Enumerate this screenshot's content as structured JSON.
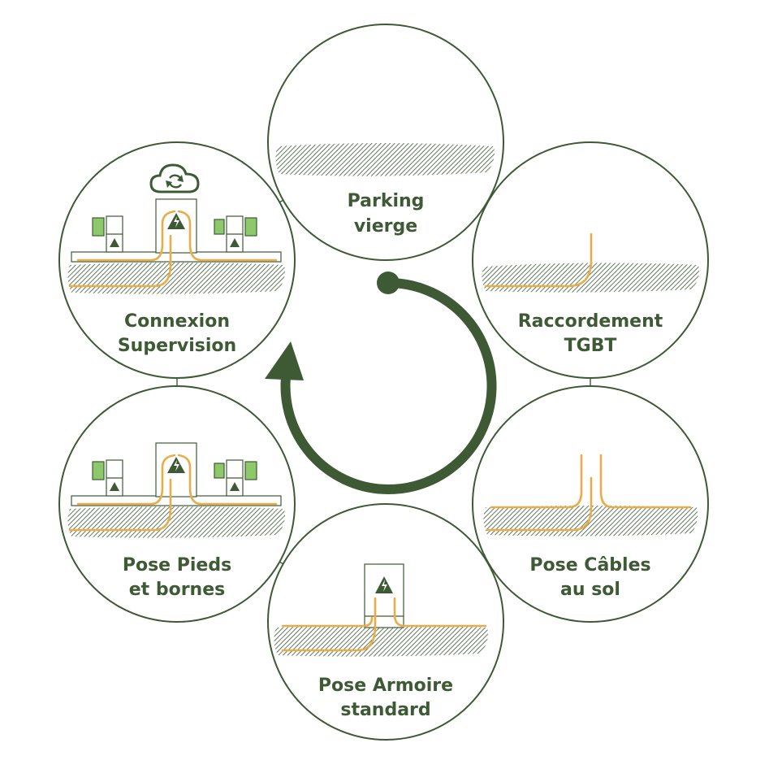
{
  "colors": {
    "primary": "#3d5a35",
    "cable": "#e8ad4a",
    "charger_green": "#8dc86a",
    "background": "#ffffff"
  },
  "cycle_arrow": {
    "direction": "counter-clockwise"
  },
  "steps": [
    {
      "id": "parking",
      "line1": "Parking",
      "line2": "vierge"
    },
    {
      "id": "raccordement",
      "line1": "Raccordement",
      "line2": "TGBT"
    },
    {
      "id": "cables",
      "line1": "Pose Câbles",
      "line2": "au sol"
    },
    {
      "id": "armoire",
      "line1": "Pose Armoire",
      "line2": "standard"
    },
    {
      "id": "pieds",
      "line1": "Pose Pieds",
      "line2": "et bornes"
    },
    {
      "id": "supervision",
      "line1": "Connexion",
      "line2": "Supervision"
    }
  ],
  "icons": {
    "cabinet": "warning-bolt-icon",
    "supervision": "cloud-sync-icon"
  }
}
